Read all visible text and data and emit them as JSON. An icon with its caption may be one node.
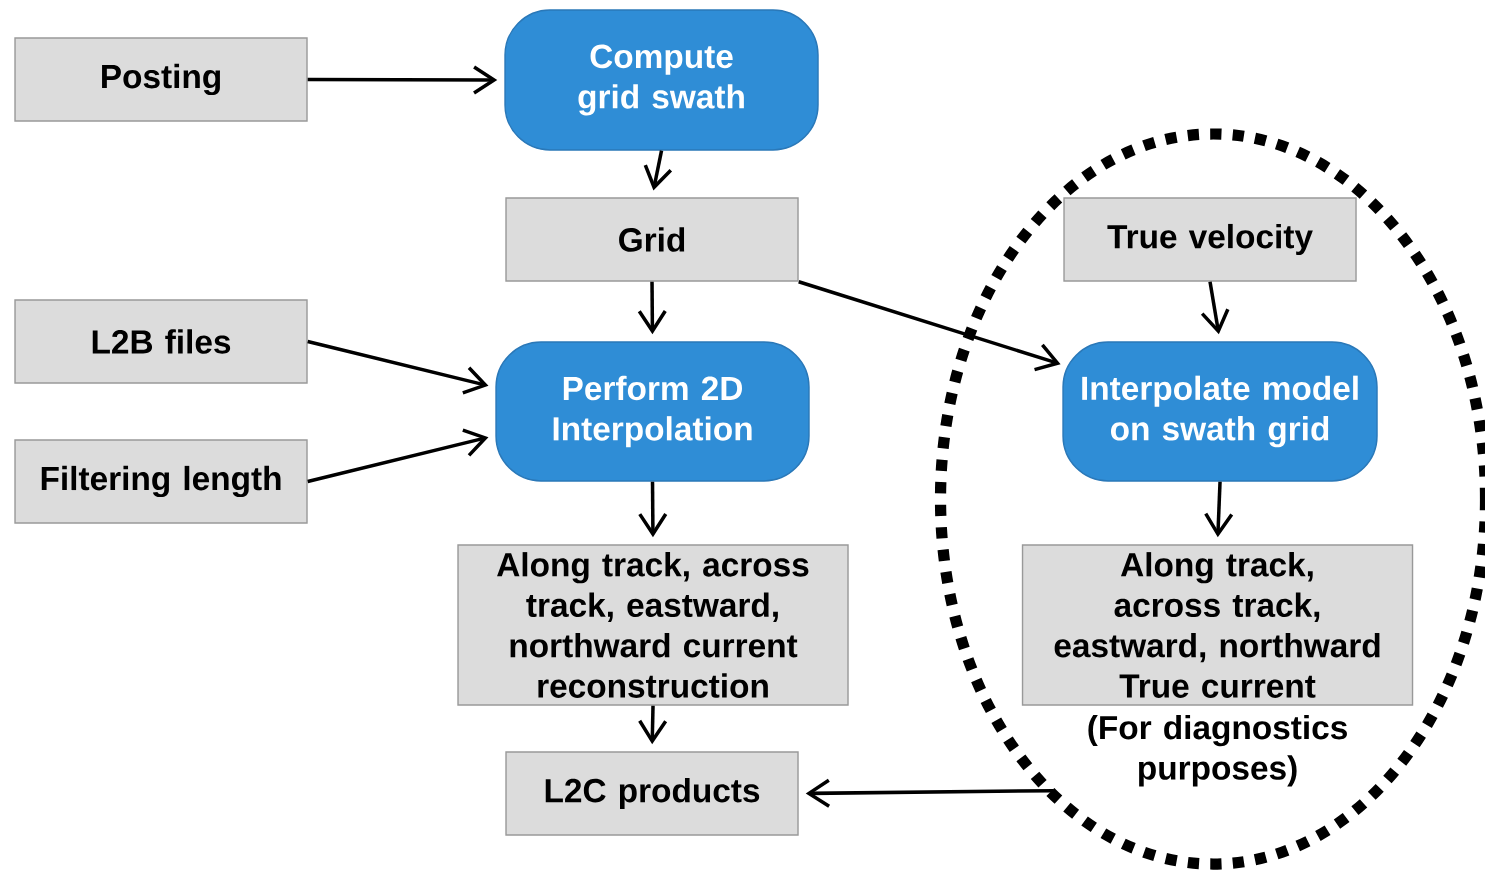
{
  "diagram": {
    "nodes": [
      {
        "text": [
          "Posting"
        ]
      },
      {
        "text": [
          "Compute grid swath"
        ]
      },
      {
        "text": [
          "Grid"
        ]
      },
      {
        "text": [
          "L2B files"
        ]
      },
      {
        "text": [
          "Perform 2D Interpolation"
        ]
      },
      {
        "text": [
          "Filtering length"
        ]
      },
      {
        "text": [
          "Along track, across track, eastward, northward current reconstruction"
        ]
      },
      {
        "text": [
          "L2C products"
        ]
      },
      {
        "text": [],
        "shape": "ellipse"
      },
      {
        "text": [
          "True velocity"
        ],
        "in": 8
      },
      {
        "text": [
          "Interpolate model on swath grid"
        ],
        "in": 8
      },
      {
        "text": [
          "Along track, across track, eastward, northward True current"
        ],
        "beside": [
          "(For diagnostics purposes)"
        ],
        "in": 8
      }
    ],
    "edges": [
      {
        "from": 0,
        "to": 1,
        "arrow": "to"
      },
      {
        "from": 1,
        "to": 2,
        "arrow": "to"
      },
      {
        "from": 2,
        "to": 4,
        "arrow": "to"
      },
      {
        "from": 2,
        "to": 10,
        "arrow": "to"
      },
      {
        "from": 3,
        "to": 4,
        "arrow": "to"
      },
      {
        "from": 5,
        "to": 4,
        "arrow": "to"
      },
      {
        "from": 4,
        "to": 6,
        "arrow": "to"
      },
      {
        "from": 6,
        "to": 7,
        "arrow": "to"
      },
      {
        "from": 9,
        "to": 10,
        "arrow": "to"
      },
      {
        "from": 10,
        "to": 11,
        "arrow": "to"
      },
      {
        "from": 11,
        "to": 7,
        "arrow": "to"
      }
    ]
  }
}
